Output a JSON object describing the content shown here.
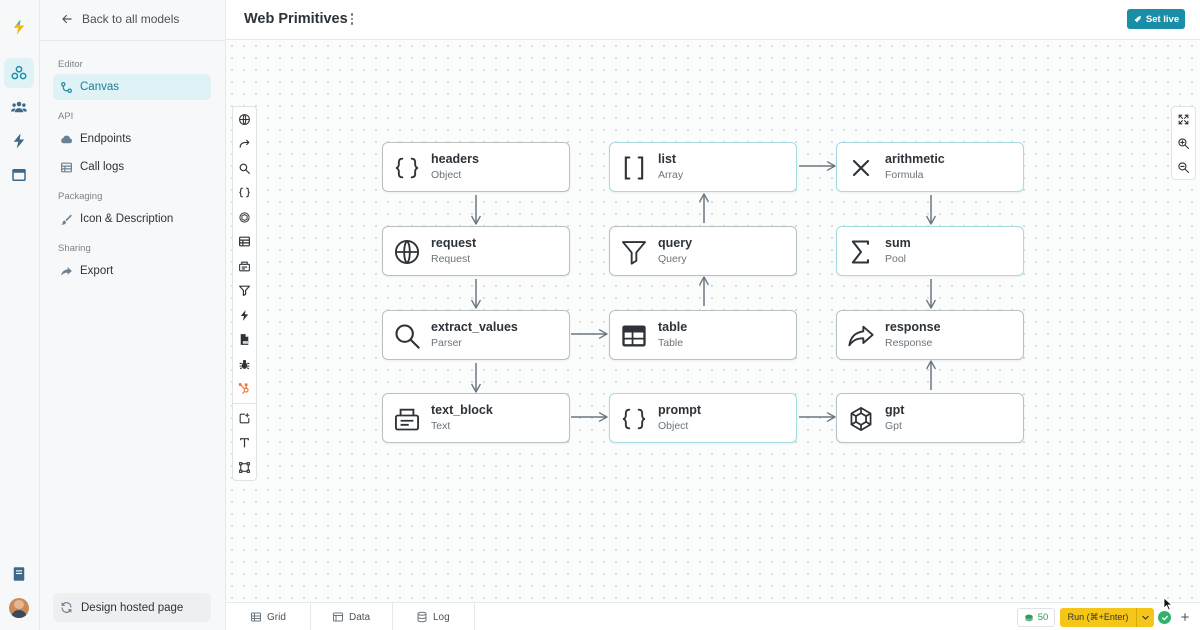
{
  "app": {
    "logo_icon": "lightning-logo-icon",
    "rail": [
      {
        "name": "models",
        "icon": "molecule-icon",
        "active": true
      },
      {
        "name": "team",
        "icon": "users-icon",
        "active": false
      },
      {
        "name": "actions",
        "icon": "lightning-icon",
        "active": false
      },
      {
        "name": "pages",
        "icon": "window-icon",
        "active": false
      }
    ],
    "rail_bottom": [
      {
        "name": "docs",
        "icon": "book-icon"
      },
      {
        "name": "profile",
        "icon": "avatar"
      }
    ]
  },
  "sidebar": {
    "back_label": "Back to all models",
    "sections": [
      {
        "label": "Editor",
        "items": [
          {
            "label": "Canvas",
            "icon": "canvas-icon",
            "active": true
          }
        ]
      },
      {
        "label": "API",
        "items": [
          {
            "label": "Endpoints",
            "icon": "cloud-icon",
            "active": false
          },
          {
            "label": "Call logs",
            "icon": "table-icon",
            "active": false
          }
        ]
      },
      {
        "label": "Packaging",
        "items": [
          {
            "label": "Icon & Description",
            "icon": "brush-icon",
            "active": false
          }
        ]
      },
      {
        "label": "Sharing",
        "items": [
          {
            "label": "Export",
            "icon": "share-icon",
            "active": false
          }
        ]
      }
    ],
    "hosted_label": "Design hosted page"
  },
  "header": {
    "title": "Web Primitives",
    "set_live_label": "Set live"
  },
  "palette": {
    "tools": [
      "globe-icon",
      "redirect-icon",
      "search-icon",
      "braces-icon",
      "openai-icon",
      "table-icon",
      "text-block-icon",
      "filter-icon",
      "lightning-icon",
      "csv-file-icon",
      "bug-icon",
      "hubspot-icon"
    ],
    "extra_tools": [
      "add-shape-icon",
      "text-tool-icon",
      "frame-icon"
    ]
  },
  "zoom_controls": [
    "fit-screen-icon",
    "zoom-in-icon",
    "zoom-out-icon"
  ],
  "nodes": [
    {
      "id": "headers",
      "name": "headers",
      "type": "Object",
      "icon": "braces-icon"
    },
    {
      "id": "request",
      "name": "request",
      "type": "Request",
      "icon": "globe-icon"
    },
    {
      "id": "extract_values",
      "name": "extract_values",
      "type": "Parser",
      "icon": "search-icon"
    },
    {
      "id": "text_block",
      "name": "text_block",
      "type": "Text",
      "icon": "text-block-icon"
    },
    {
      "id": "list",
      "name": "list",
      "type": "Array",
      "icon": "brackets-icon"
    },
    {
      "id": "query",
      "name": "query",
      "type": "Query",
      "icon": "filter-icon"
    },
    {
      "id": "table",
      "name": "table",
      "type": "Table",
      "icon": "table-icon"
    },
    {
      "id": "prompt",
      "name": "prompt",
      "type": "Object",
      "icon": "braces-icon"
    },
    {
      "id": "arithmetic",
      "name": "arithmetic",
      "type": "Formula",
      "icon": "times-icon"
    },
    {
      "id": "sum",
      "name": "sum",
      "type": "Pool",
      "icon": "sigma-icon"
    },
    {
      "id": "response",
      "name": "response",
      "type": "Response",
      "icon": "share-arrow-icon"
    },
    {
      "id": "gpt",
      "name": "gpt",
      "type": "Gpt",
      "icon": "openai-icon"
    }
  ],
  "edges": [
    [
      "headers",
      "request"
    ],
    [
      "request",
      "extract_values"
    ],
    [
      "extract_values",
      "text_block"
    ],
    [
      "extract_values",
      "table"
    ],
    [
      "text_block",
      "prompt"
    ],
    [
      "table",
      "query"
    ],
    [
      "query",
      "list"
    ],
    [
      "list",
      "arithmetic"
    ],
    [
      "arithmetic",
      "sum"
    ],
    [
      "sum",
      "response"
    ],
    [
      "prompt",
      "gpt"
    ],
    [
      "gpt",
      "response"
    ]
  ],
  "bottom_bar": {
    "tabs": [
      {
        "label": "Grid",
        "icon": "grid-icon"
      },
      {
        "label": "Data",
        "icon": "data-icon"
      },
      {
        "label": "Log",
        "icon": "database-icon"
      }
    ],
    "credits": "50",
    "run_label": "Run (⌘+Enter)"
  },
  "colors": {
    "accent": "#1a8ea6",
    "active_bg": "#dff2f5",
    "run": "#f5c518",
    "ok": "#2fb36b",
    "edge": "#6b7780",
    "highlight_border": "#a6dbe4"
  }
}
